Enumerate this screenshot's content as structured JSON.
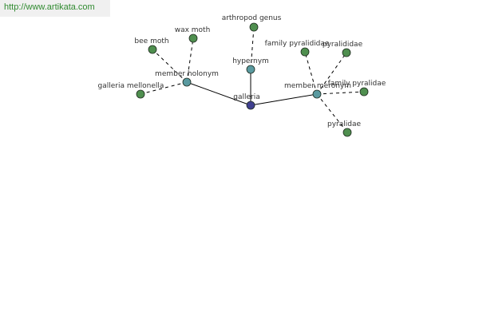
{
  "site": {
    "url": "http://www.artikata.com"
  },
  "diagram": {
    "colors": {
      "root": "#404090",
      "relation": "#5a9aa0",
      "leaf": "#4f8f4f",
      "edge": "#000000"
    },
    "nodes": {
      "galleria": "galleria",
      "hypernym": "hypernym",
      "member_holonym": "member holonym",
      "member_meronym": "member meronym",
      "arthropod_genus": "arthropod genus",
      "bee_moth": "bee moth",
      "wax_moth": "wax moth",
      "galleria_mellonella": "galleria mellonella",
      "family_pyralididae": "family pyralididae",
      "pyralididae": "pyralididae",
      "family_pyralidae": "family pyralidae",
      "pyralidae": "pyralidae"
    }
  }
}
